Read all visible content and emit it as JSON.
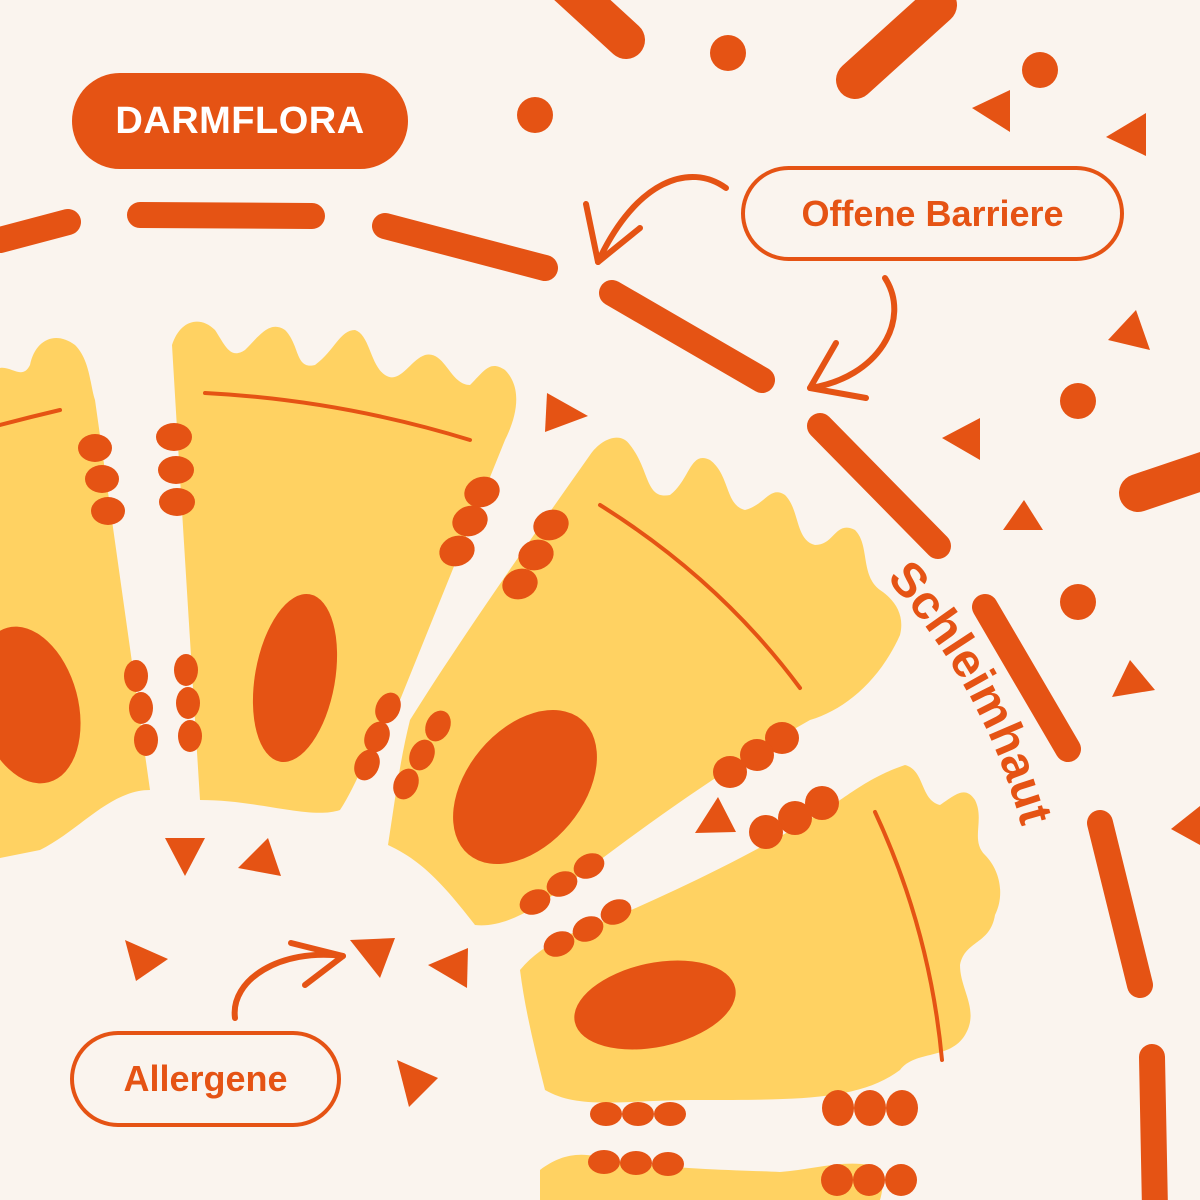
{
  "labels": {
    "darmflora": "DARMFLORA",
    "offene_barriere": "Offene Barriere",
    "allergene": "Allergene",
    "schleimhaut": "Schleimhaut"
  },
  "colors": {
    "background": "#FAF4EE",
    "accent": "#E55314",
    "cell": "#FFD262"
  },
  "icons": [
    "curved-arrow-icon",
    "triangle-particle-icon",
    "dot-particle-icon"
  ]
}
